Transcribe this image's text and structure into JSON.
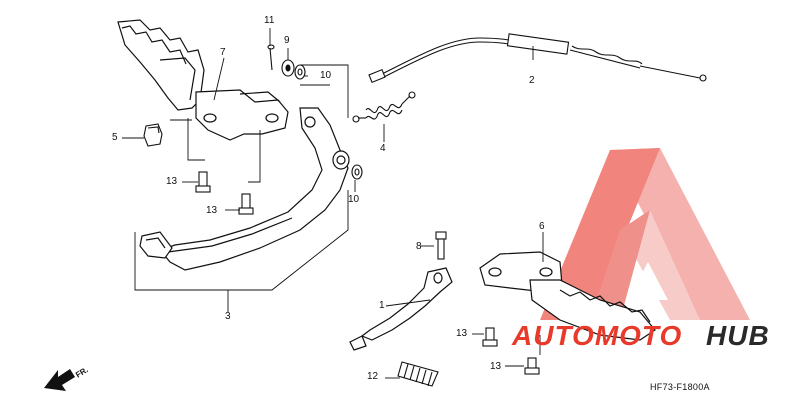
{
  "callouts": [
    {
      "id": "c11",
      "text": "11"
    },
    {
      "id": "c9",
      "text": "9"
    },
    {
      "id": "c7",
      "text": "7"
    },
    {
      "id": "c10a",
      "text": "10"
    },
    {
      "id": "c2",
      "text": "2"
    },
    {
      "id": "c5",
      "text": "5"
    },
    {
      "id": "c4",
      "text": "4"
    },
    {
      "id": "c13a",
      "text": "13"
    },
    {
      "id": "c13b",
      "text": "13"
    },
    {
      "id": "c10b",
      "text": "10"
    },
    {
      "id": "c6",
      "text": "6"
    },
    {
      "id": "c8",
      "text": "8"
    },
    {
      "id": "c1",
      "text": "1"
    },
    {
      "id": "c3",
      "text": "3"
    },
    {
      "id": "c13c",
      "text": "13"
    },
    {
      "id": "c13d",
      "text": "13"
    },
    {
      "id": "c12",
      "text": "12"
    }
  ],
  "front_marker": {
    "label": "FR."
  },
  "diagram_code": "HF73-F1800A",
  "watermark": {
    "part1": "AUTOMOTO",
    "part2": "HUB",
    "part1_color": "#e8392a",
    "part2_color": "#2a2a2a",
    "logo_color": "#e8392a"
  }
}
